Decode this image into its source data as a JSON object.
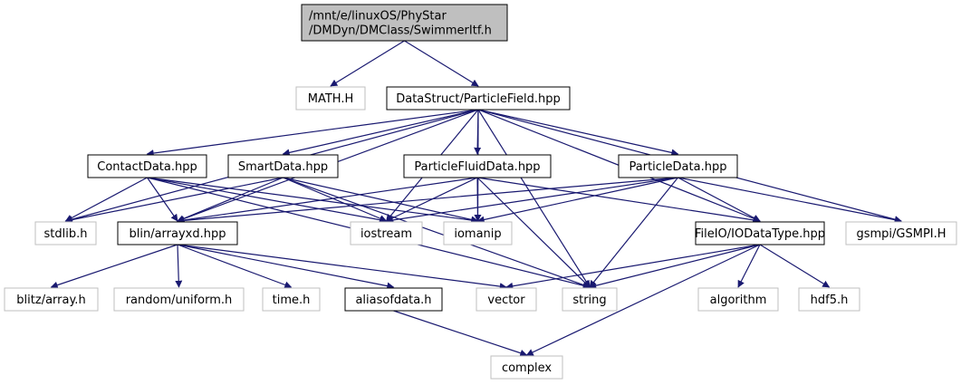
{
  "diagram": {
    "colors": {
      "edge": "#191970",
      "root_fill": "#bfbfbf",
      "root_stroke": "#000000",
      "documented_stroke": "#000000",
      "external_stroke": "#bfbfbf",
      "external_text": "#000000"
    },
    "nodes": [
      {
        "id": "swimmer",
        "label": [
          "/mnt/e/linuxOS/PhyStar",
          "/DMDyn/DMClass/SwimmerItf.h"
        ],
        "kind": "root"
      },
      {
        "id": "math",
        "label": [
          "MATH.H"
        ],
        "kind": "external"
      },
      {
        "id": "particlefield",
        "label": [
          "DataStruct/ParticleField.hpp"
        ],
        "kind": "documented"
      },
      {
        "id": "contactdata",
        "label": [
          "ContactData.hpp"
        ],
        "kind": "documented"
      },
      {
        "id": "smartdata",
        "label": [
          "SmartData.hpp"
        ],
        "kind": "documented"
      },
      {
        "id": "particlefluiddata",
        "label": [
          "ParticleFluidData.hpp"
        ],
        "kind": "documented"
      },
      {
        "id": "particledata",
        "label": [
          "ParticleData.hpp"
        ],
        "kind": "documented"
      },
      {
        "id": "stdlib",
        "label": [
          "stdlib.h"
        ],
        "kind": "external"
      },
      {
        "id": "blinarray",
        "label": [
          "blin/arrayxd.hpp"
        ],
        "kind": "documented"
      },
      {
        "id": "iostream",
        "label": [
          "iostream"
        ],
        "kind": "external"
      },
      {
        "id": "iomanip",
        "label": [
          "iomanip"
        ],
        "kind": "external"
      },
      {
        "id": "fileio",
        "label": [
          "FileIO/IODataType.hpp"
        ],
        "kind": "documented"
      },
      {
        "id": "gsmpi",
        "label": [
          "gsmpi/GSMPI.H"
        ],
        "kind": "external"
      },
      {
        "id": "blitz",
        "label": [
          "blitz/array.h"
        ],
        "kind": "external"
      },
      {
        "id": "random",
        "label": [
          "random/uniform.h"
        ],
        "kind": "external"
      },
      {
        "id": "time",
        "label": [
          "time.h"
        ],
        "kind": "external"
      },
      {
        "id": "aliasofdata",
        "label": [
          "aliasofdata.h"
        ],
        "kind": "documented"
      },
      {
        "id": "vector",
        "label": [
          "vector"
        ],
        "kind": "external"
      },
      {
        "id": "string",
        "label": [
          "string"
        ],
        "kind": "external"
      },
      {
        "id": "algorithm",
        "label": [
          "algorithm"
        ],
        "kind": "external"
      },
      {
        "id": "hdf5",
        "label": [
          "hdf5.h"
        ],
        "kind": "external"
      },
      {
        "id": "complex",
        "label": [
          "complex"
        ],
        "kind": "external"
      }
    ],
    "edges": [
      {
        "from": "swimmer",
        "to": "math"
      },
      {
        "from": "swimmer",
        "to": "particlefield"
      },
      {
        "from": "particlefield",
        "to": "contactdata"
      },
      {
        "from": "particlefield",
        "to": "smartdata"
      },
      {
        "from": "particlefield",
        "to": "particlefluiddata"
      },
      {
        "from": "particlefield",
        "to": "particledata"
      },
      {
        "from": "particlefield",
        "to": "stdlib"
      },
      {
        "from": "particlefield",
        "to": "blinarray"
      },
      {
        "from": "particlefield",
        "to": "iostream"
      },
      {
        "from": "particlefield",
        "to": "iomanip"
      },
      {
        "from": "particlefield",
        "to": "fileio"
      },
      {
        "from": "particlefield",
        "to": "gsmpi"
      },
      {
        "from": "particlefield",
        "to": "string"
      },
      {
        "from": "contactdata",
        "to": "stdlib"
      },
      {
        "from": "contactdata",
        "to": "blinarray"
      },
      {
        "from": "contactdata",
        "to": "iostream"
      },
      {
        "from": "contactdata",
        "to": "iomanip"
      },
      {
        "from": "contactdata",
        "to": "string"
      },
      {
        "from": "smartdata",
        "to": "stdlib"
      },
      {
        "from": "smartdata",
        "to": "blinarray"
      },
      {
        "from": "smartdata",
        "to": "iostream"
      },
      {
        "from": "smartdata",
        "to": "iomanip"
      },
      {
        "from": "smartdata",
        "to": "string"
      },
      {
        "from": "particlefluiddata",
        "to": "blinarray"
      },
      {
        "from": "particlefluiddata",
        "to": "iostream"
      },
      {
        "from": "particlefluiddata",
        "to": "iomanip"
      },
      {
        "from": "particlefluiddata",
        "to": "fileio"
      },
      {
        "from": "particlefluiddata",
        "to": "string"
      },
      {
        "from": "particledata",
        "to": "blinarray"
      },
      {
        "from": "particledata",
        "to": "iostream"
      },
      {
        "from": "particledata",
        "to": "iomanip"
      },
      {
        "from": "particledata",
        "to": "fileio"
      },
      {
        "from": "particledata",
        "to": "gsmpi"
      },
      {
        "from": "particledata",
        "to": "string"
      },
      {
        "from": "blinarray",
        "to": "blitz"
      },
      {
        "from": "blinarray",
        "to": "random"
      },
      {
        "from": "blinarray",
        "to": "time"
      },
      {
        "from": "blinarray",
        "to": "aliasofdata"
      },
      {
        "from": "blinarray",
        "to": "vector"
      },
      {
        "from": "fileio",
        "to": "vector"
      },
      {
        "from": "fileio",
        "to": "string"
      },
      {
        "from": "fileio",
        "to": "algorithm"
      },
      {
        "from": "fileio",
        "to": "hdf5"
      },
      {
        "from": "fileio",
        "to": "complex"
      },
      {
        "from": "aliasofdata",
        "to": "complex"
      }
    ]
  }
}
